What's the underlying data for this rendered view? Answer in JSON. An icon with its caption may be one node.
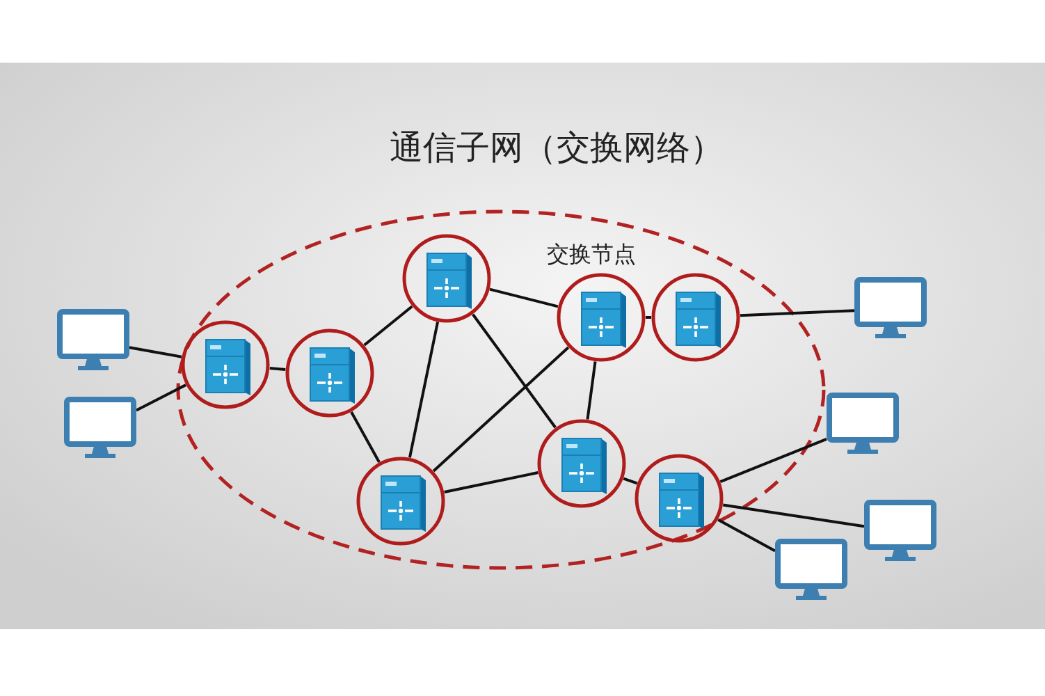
{
  "diagram": {
    "title": "通信子网（交换网络）",
    "nodes": [
      {
        "text": [],
        "shape": "monitor"
      },
      {
        "text": [],
        "shape": "monitor"
      },
      {
        "text": [],
        "shape": "circle"
      },
      {
        "text": [],
        "shape": "circle"
      },
      {
        "text": [],
        "shape": "circle"
      },
      {
        "text": [],
        "shape": "circle"
      },
      {
        "text": [],
        "shape": "circle"
      },
      {
        "text": [],
        "shape": "circle"
      },
      {
        "text": [],
        "shape": "circle"
      },
      {
        "text": [],
        "shape": "circle"
      },
      {
        "text": [],
        "shape": "monitor"
      },
      {
        "text": [],
        "shape": "monitor"
      },
      {
        "text": [],
        "shape": "monitor"
      },
      {
        "text": [],
        "shape": "monitor"
      }
    ],
    "edges": [
      {
        "from": 0,
        "to": 2,
        "arrow": "none"
      },
      {
        "from": 1,
        "to": 2,
        "arrow": "none"
      },
      {
        "from": 2,
        "to": 3,
        "arrow": "none"
      },
      {
        "from": 3,
        "to": 4,
        "arrow": "none"
      },
      {
        "from": 3,
        "to": 5,
        "arrow": "none"
      },
      {
        "from": 4,
        "to": 6,
        "arrow": "none"
      },
      {
        "from": 4,
        "to": 5,
        "arrow": "none"
      },
      {
        "from": 4,
        "to": 7,
        "arrow": "none"
      },
      {
        "from": 6,
        "to": 8,
        "arrow": "none"
      },
      {
        "from": 6,
        "to": 5,
        "arrow": "none"
      },
      {
        "from": 6,
        "to": 7,
        "arrow": "none"
      },
      {
        "from": 8,
        "to": 10,
        "arrow": "none"
      },
      {
        "from": 5,
        "to": 7,
        "arrow": "none"
      },
      {
        "from": 7,
        "to": 9,
        "arrow": "none"
      },
      {
        "from": 9,
        "to": 11,
        "arrow": "none"
      },
      {
        "from": 9,
        "to": 12,
        "arrow": "none"
      },
      {
        "from": 9,
        "to": 13,
        "arrow": "none"
      }
    ],
    "labels": [
      "交换节点"
    ]
  }
}
